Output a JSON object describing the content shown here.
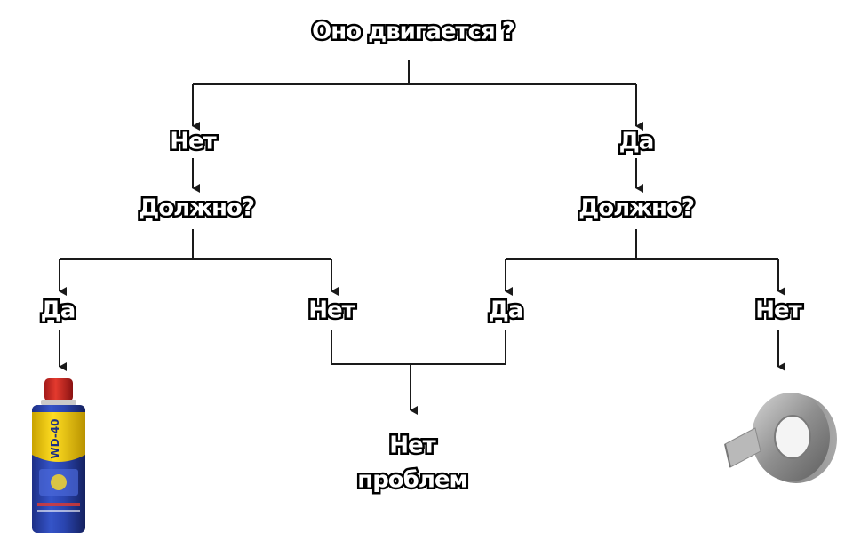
{
  "colors": {
    "line": "#1a1a1a",
    "text_fill": "#ffffff",
    "text_outline": "#000000"
  },
  "nodes": {
    "root": "Оно двигается ?",
    "left_answer": "Нет",
    "right_answer": "Да",
    "left_question": "Должно?",
    "right_question": "Должно?",
    "ll_answer": "Да",
    "lr_answer": "Нет",
    "rl_answer": "Да",
    "rr_answer": "Нет",
    "result_line1": "Нет",
    "result_line2": "проблем"
  },
  "images": {
    "spray_can": {
      "icon": "wd40-spray-can-icon",
      "label": "WD-40"
    },
    "tape_roll": {
      "icon": "duct-tape-roll-icon"
    }
  }
}
